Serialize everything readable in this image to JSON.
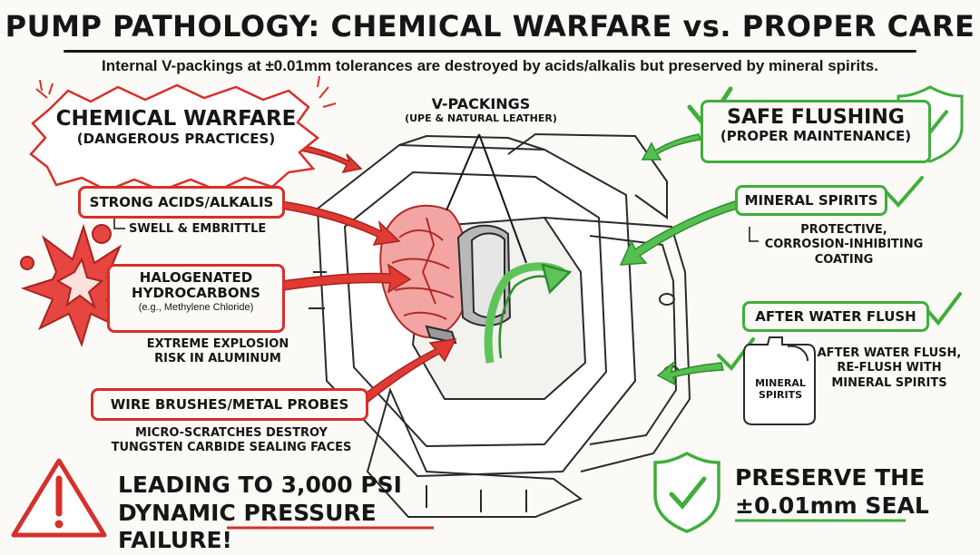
{
  "header": {
    "title": "PUMP PATHOLOGY: CHEMICAL WARFARE vs. PROPER CARE",
    "subtitle": "Internal V-packings at ±0.01mm tolerances are destroyed by acids/alkalis but preserved by mineral spirits."
  },
  "left": {
    "heading": "CHEMICAL WARFARE",
    "heading_sub": "(DANGEROUS PRACTICES)",
    "items": [
      {
        "label": "STRONG ACIDS/ALKALIS",
        "note": "SWELL & EMBRITTLE"
      },
      {
        "label_line1": "HALOGENATED",
        "label_line2": "HYDROCARBONS",
        "label_small": "(e.g., Methylene Chloride)",
        "note_line1": "EXTREME EXPLOSION",
        "note_line2": "RISK IN ALUMINUM"
      },
      {
        "label": "WIRE BRUSHES/METAL PROBES",
        "note_line1": "MICRO-SCRATCHES DESTROY",
        "note_line2": "TUNGSTEN CARBIDE SEALING FACES"
      }
    ],
    "warning_line1": "LEADING TO 3,000 PSI",
    "warning_line2_a": "DYNAMIC ",
    "warning_line2_b": "PRESSURE FAILURE!"
  },
  "center": {
    "label": "V-PACKINGS",
    "label_sub": "(UPE & NATURAL LEATHER)"
  },
  "right": {
    "heading": "SAFE FLUSHING",
    "heading_sub": "(PROPER MAINTENANCE)",
    "items": [
      {
        "label": "MINERAL SPIRITS",
        "note_line1": "PROTECTIVE,",
        "note_line2": "CORROSION-INHIBITING",
        "note_line3": "COATING"
      },
      {
        "label": "AFTER WATER FLUSH",
        "note_line1": "AFTER WATER FLUSH,",
        "note_line2": "RE-FLUSH WITH",
        "note_line3": "MINERAL SPIRITS"
      }
    ],
    "jug_line1": "MINERAL",
    "jug_line2": "SPIRITS",
    "preserve_line1": "PRESERVE THE",
    "preserve_line2": "±0.01mm SEAL"
  },
  "colors": {
    "danger": "#d6302c",
    "safe": "#3fae3c",
    "ink": "#161616"
  }
}
